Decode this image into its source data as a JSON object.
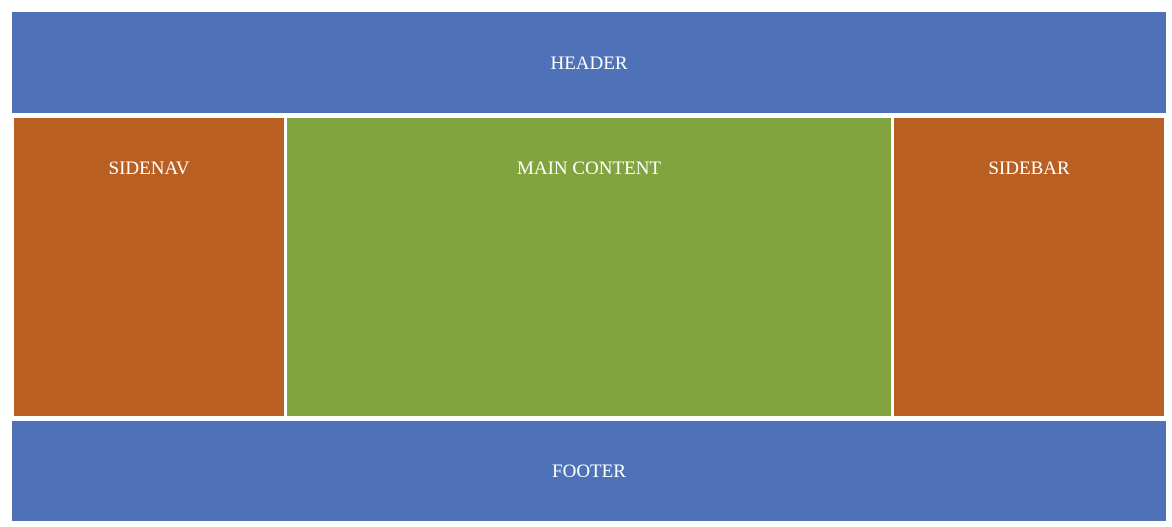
{
  "colors": {
    "header": "#4f71b7",
    "footer": "#4f71b7",
    "sidenav": "#b95f21",
    "main": "#82a43e",
    "sidebar": "#b95f21",
    "text": "#ffffff"
  },
  "header": {
    "label": "HEADER"
  },
  "sidenav": {
    "label": "SIDENAV"
  },
  "main": {
    "label": "MAIN CONTENT"
  },
  "sidebar": {
    "label": "SIDEBAR"
  },
  "footer": {
    "label": "FOOTER"
  }
}
